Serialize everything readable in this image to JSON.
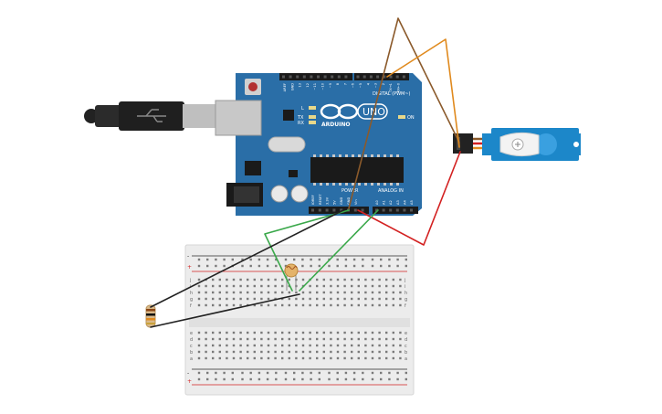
{
  "arduino": {
    "brand": "ARDUINO",
    "model": "UNO",
    "digital_header": "DIGITAL (PWM~)",
    "power_label": "POWER",
    "analog_label": "ANALOG IN",
    "led_l": "L",
    "led_tx": "TX",
    "led_rx": "RX",
    "led_on": "ON",
    "power_pins": [
      "IOREF",
      "RESET",
      "3.3V",
      "5V",
      "GND",
      "GND",
      "Vin"
    ],
    "analog_pins": [
      "A0",
      "A1",
      "A2",
      "A3",
      "A4",
      "A5"
    ],
    "digital_pins": [
      "AREF",
      "GND",
      "13",
      "12",
      "~11",
      "~10",
      "~9",
      "8",
      "7",
      "~6",
      "~5",
      "4",
      "~3",
      "2",
      "TX→1",
      "RX←0"
    ]
  },
  "breadboard": {
    "row_letters_top": [
      "j",
      "i",
      "h",
      "g",
      "f"
    ],
    "row_letters_bottom": [
      "e",
      "d",
      "c",
      "b",
      "a"
    ],
    "plus": "+",
    "minus": "-"
  },
  "colors": {
    "board": "#2a6ea7",
    "wire_brown": "#8b5a2b",
    "wire_orange": "#e08a1e",
    "wire_red": "#d32121",
    "wire_green": "#3aa84a",
    "wire_black": "#222222",
    "servo": "#1c87c9"
  }
}
